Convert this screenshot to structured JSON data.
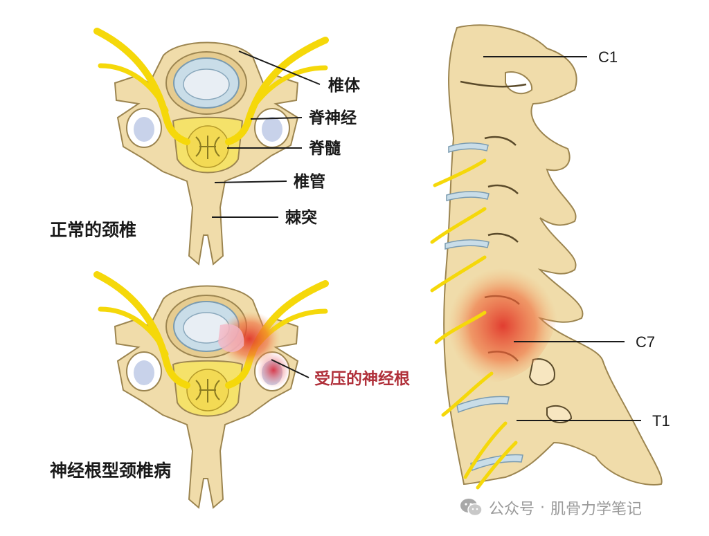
{
  "labels": {
    "vertebral_body": "椎体",
    "spinal_nerve": "脊神经",
    "spinal_cord": "脊髓",
    "spinal_canal": "椎管",
    "spinous_process": "棘突",
    "compressed_root": "受压的神经根",
    "c1": "C1",
    "c7": "C7",
    "t1": "T1"
  },
  "captions": {
    "normal": "正常的颈椎",
    "disease": "神经根型颈椎病"
  },
  "watermark": {
    "prefix": "公众号",
    "separator": "·",
    "name": "肌骨力学笔记"
  },
  "colors": {
    "bone": "#f0dcaa",
    "bone_outline": "#9c8550",
    "nerve": "#f5d80a",
    "disc": "#c9dde8",
    "inflammation": "#e0352a",
    "label_red": "#b0303a"
  }
}
